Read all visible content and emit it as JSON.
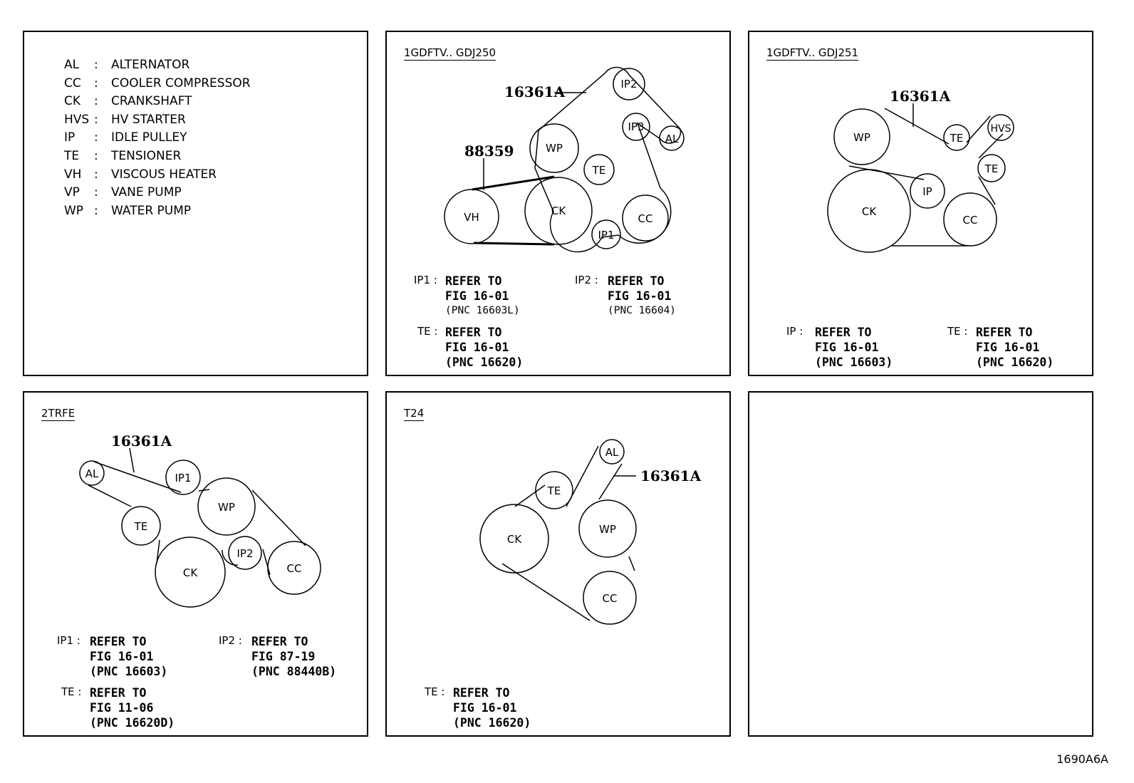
{
  "legend": [
    {
      "code": "AL",
      "name": "ALTERNATOR"
    },
    {
      "code": "CC",
      "name": "COOLER COMPRESSOR"
    },
    {
      "code": "CK",
      "name": "CRANKSHAFT"
    },
    {
      "code": "HVS",
      "name": "HV STARTER"
    },
    {
      "code": "IP",
      "name": "IDLE PULLEY"
    },
    {
      "code": "TE",
      "name": "TENSIONER"
    },
    {
      "code": "VH",
      "name": "VISCOUS HEATER"
    },
    {
      "code": "VP",
      "name": "VANE PUMP"
    },
    {
      "code": "WP",
      "name": "WATER PUMP"
    }
  ],
  "panels": {
    "gdj250": {
      "title": "1GDFTV.. GDJ250",
      "part_label": "16361A",
      "part_label2": "88359",
      "pulleys": {
        "ip2": "IP2",
        "wp": "WP",
        "ip3": "IP3",
        "al": "AL",
        "te": "TE",
        "vh": "VH",
        "ck": "CK",
        "cc": "CC",
        "ip1": "IP1"
      },
      "notes": [
        {
          "key": "IP1 :",
          "lines": [
            "REFER TO",
            "FIG 16-01",
            "(PNC 16603L)"
          ]
        },
        {
          "key": "IP2 :",
          "lines": [
            "REFER TO",
            "FIG 16-01",
            "(PNC 16604)"
          ]
        },
        {
          "key": "TE :",
          "lines": [
            "REFER TO",
            "FIG 16-01",
            "(PNC 16620)"
          ]
        }
      ]
    },
    "gdj251": {
      "title": "1GDFTV.. GDJ251",
      "part_label": "16361A",
      "pulleys": {
        "wp": "WP",
        "te1": "TE",
        "hvs": "HVS",
        "te2": "TE",
        "ip": "IP",
        "ck": "CK",
        "cc": "CC"
      },
      "notes": [
        {
          "key": "IP :",
          "lines": [
            "REFER TO",
            "FIG 16-01",
            "(PNC 16603)"
          ]
        },
        {
          "key": "TE :",
          "lines": [
            "REFER TO",
            "FIG 16-01",
            "(PNC 16620)"
          ]
        }
      ]
    },
    "trfe": {
      "title": "2TRFE",
      "part_label": "16361A",
      "pulleys": {
        "al": "AL",
        "ip1": "IP1",
        "wp": "WP",
        "te": "TE",
        "ck": "CK",
        "ip2": "IP2",
        "cc": "CC"
      },
      "notes": [
        {
          "key": "IP1 :",
          "lines": [
            "REFER TO",
            "FIG 16-01",
            "(PNC 16603)"
          ]
        },
        {
          "key": "IP2 :",
          "lines": [
            "REFER TO",
            "FIG 87-19",
            "(PNC 88440B)"
          ]
        },
        {
          "key": "TE :",
          "lines": [
            "REFER TO",
            "FIG 11-06",
            "(PNC 16620D)"
          ]
        }
      ]
    },
    "t24": {
      "title": "T24",
      "part_label": "16361A",
      "pulleys": {
        "al": "AL",
        "te": "TE",
        "wp": "WP",
        "ck": "CK",
        "cc": "CC"
      },
      "notes": [
        {
          "key": "TE :",
          "lines": [
            "REFER TO",
            "FIG 16-01",
            "(PNC 16620)"
          ]
        }
      ]
    }
  },
  "footer": "1690A6A"
}
